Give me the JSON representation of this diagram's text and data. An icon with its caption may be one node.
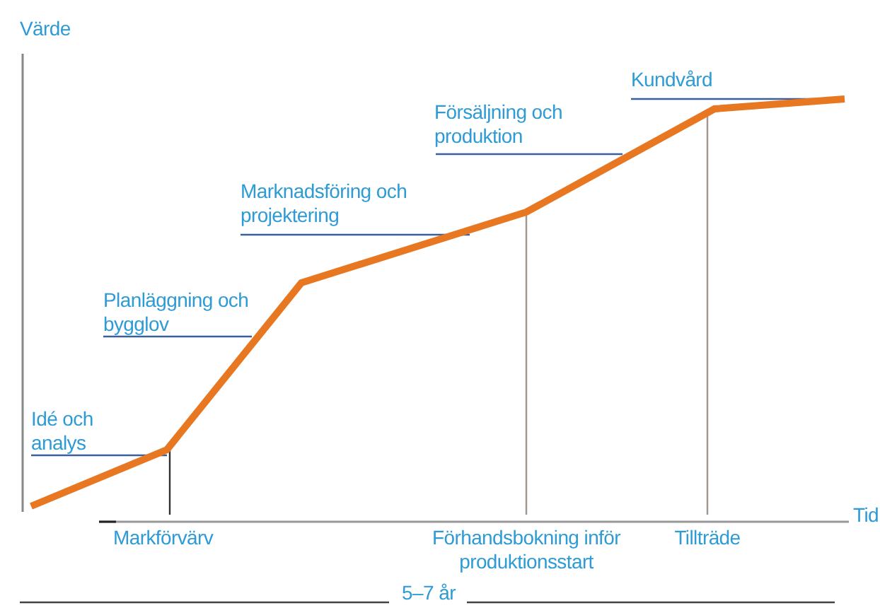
{
  "diagram": {
    "labels": [
      "Värde",
      "Kundvård",
      "Försäljning och produktion",
      "Marknadsföring och projektering",
      "Planläggning och bygglov",
      "Idé och analys",
      "Tid",
      "Markförvärv",
      "Förhandsbokning inför produktionsstart",
      "Tillträde",
      "5–7 år"
    ]
  }
}
